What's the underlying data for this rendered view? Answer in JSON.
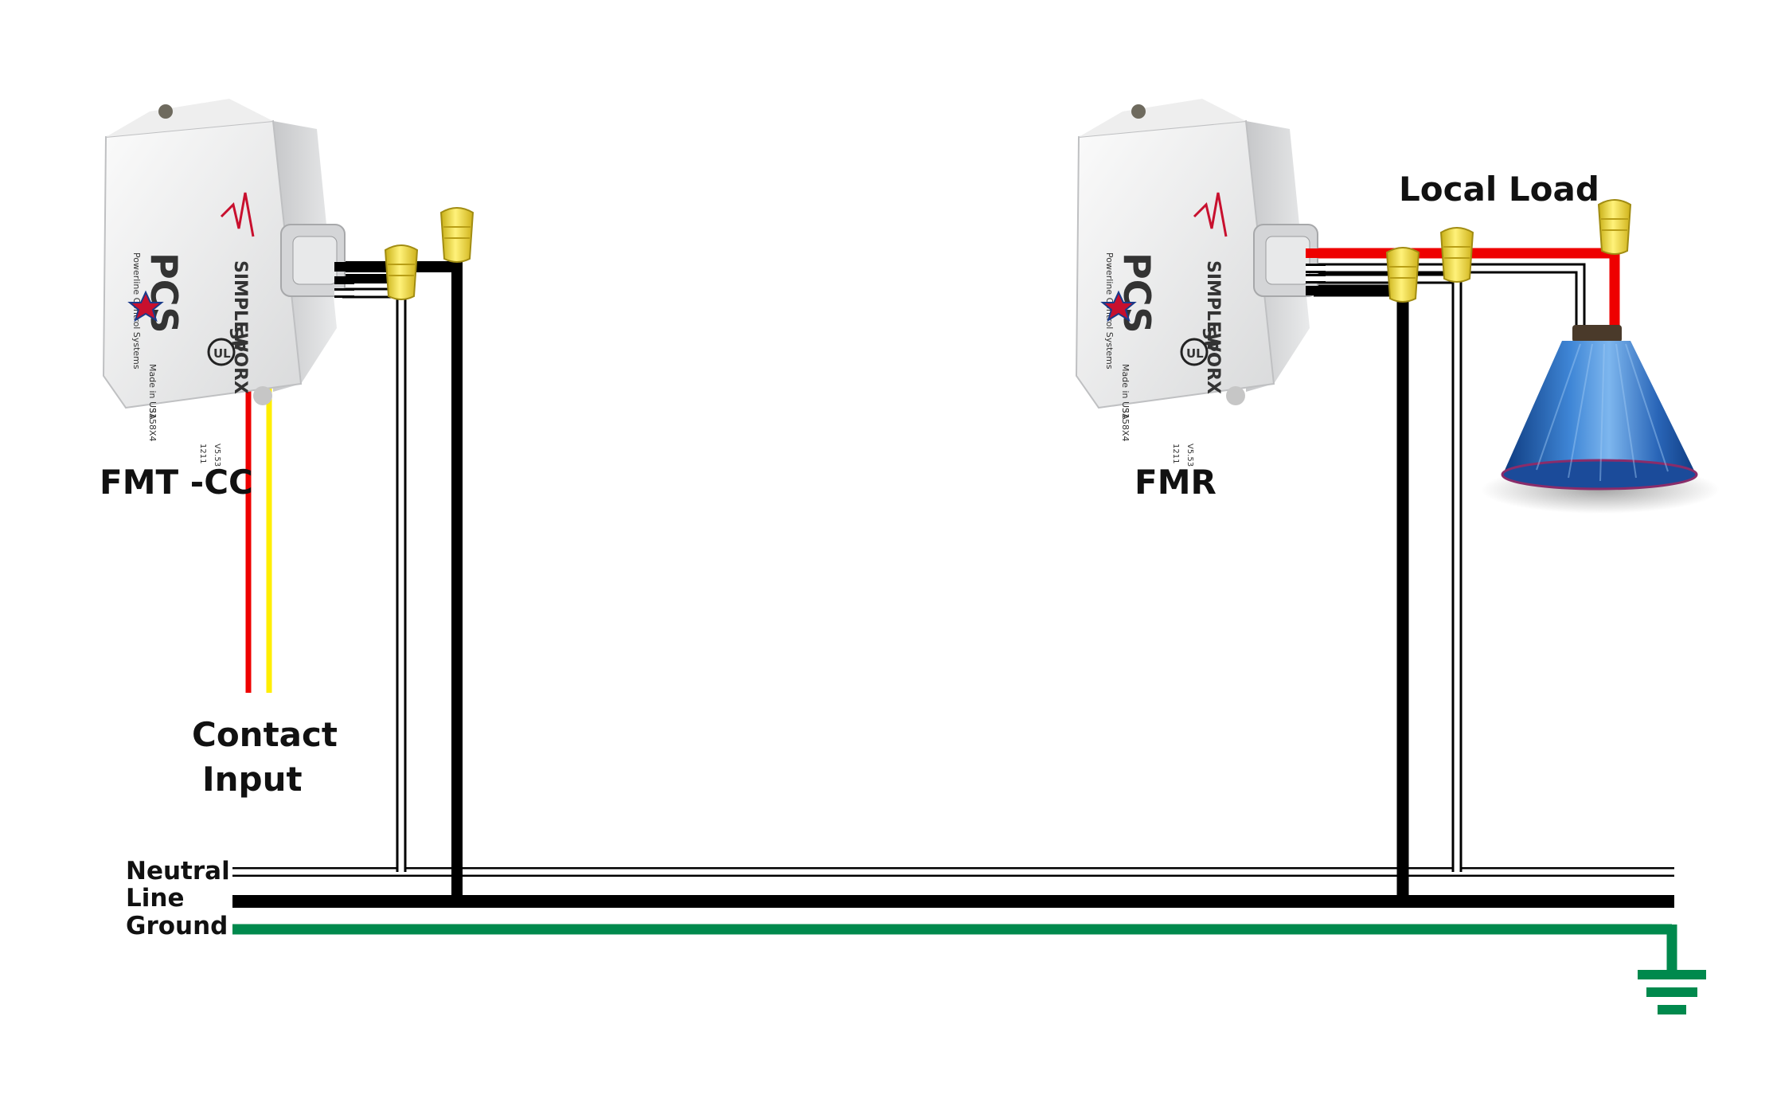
{
  "labels": {
    "transmitter": "FMT -CC",
    "receiver": "FMR",
    "local_load": "Local Load",
    "contact_input_line1": "Contact",
    "contact_input_line2": "Input",
    "bus_neutral": "Neutral",
    "bus_line": "Line",
    "bus_ground": "Ground"
  },
  "device_text": {
    "brand": "PCS",
    "tagline": "Powerline Control Systems",
    "simplyworx": "SIMPLEWORX",
    "spc": "SPC",
    "made_in": "Made in USA",
    "part_number": "3158X4",
    "ul_mark": "UL",
    "version": "V5.53",
    "date_code": "1211"
  },
  "colors": {
    "neutral": "#ffffff",
    "line": "#000000",
    "ground": "#00894d",
    "contact_red": "#ee0000",
    "contact_yellow": "#ffee00",
    "load_red": "#ee0000",
    "wirenut": "#f2df2a",
    "lamp_blue": "#2a66b8"
  },
  "icons": [
    "ground-symbol-icon",
    "lamp-icon",
    "wire-nut-icon",
    "us-flag-star-icon",
    "ul-listing-icon"
  ]
}
